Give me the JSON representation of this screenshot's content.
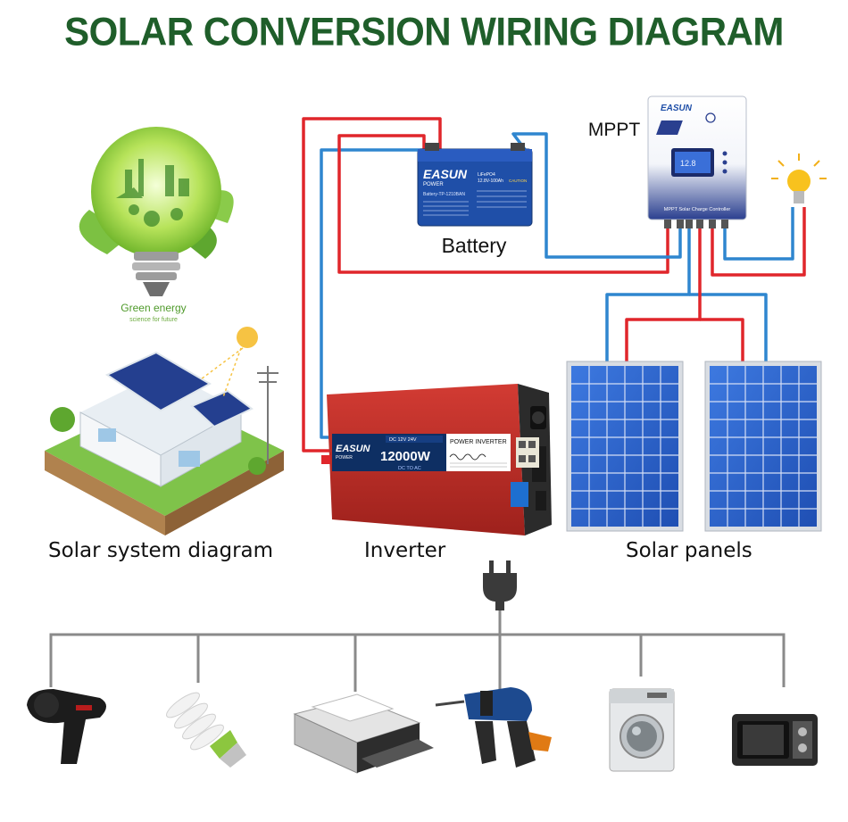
{
  "title": "SOLAR CONVERSION WIRING DIAGRAM",
  "colors": {
    "title": "#1f5e2a",
    "positive_wire": "#e0262b",
    "negative_wire": "#2f86cf",
    "load_bus": "#8a8a8a",
    "inverter_body": "#c7302a",
    "panel_cell": "#2f63c9",
    "battery_label": "#1f4fa8",
    "mppt_panel": "#2a3f8f"
  },
  "components": {
    "mppt_label": "MPPT",
    "battery_label": "Battery",
    "solar_system_label": "Solar system diagram",
    "inverter_label": "Inverter",
    "solar_panels_label": "Solar panels"
  },
  "device_text": {
    "brand": "EASUN",
    "brand_sub": "POWER",
    "battery_model": "Battery-TP-1210BAN",
    "battery_chem": "LiFePO4",
    "battery_spec": "12.8V-100Ah",
    "battery_caution": "CAUTION",
    "mppt_caption": "MPPT Solar Charge Controller",
    "inverter_power": "12000W",
    "inverter_title": "POWER INVERTER",
    "inverter_dc": "DC 12V  24V",
    "inverter_dc_ac": "DC TO AC",
    "bulb_text": "Green energy",
    "bulb_subtext": "science for future"
  },
  "icons": [
    "green-energy-bulb-icon",
    "house-icon",
    "sun-icon",
    "light-bulb-icon",
    "plug-icon",
    "hair-dryer-icon",
    "cfl-bulb-icon",
    "printer-icon",
    "drill-icon",
    "washing-machine-icon",
    "microwave-icon"
  ]
}
